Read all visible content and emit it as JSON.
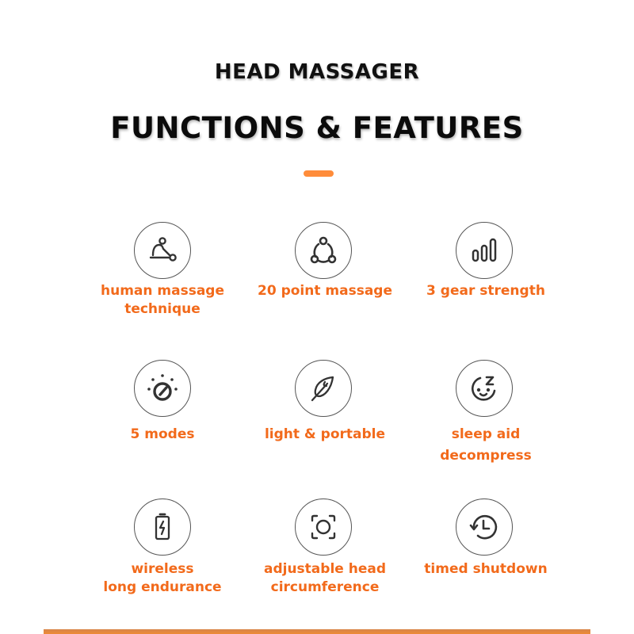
{
  "header": {
    "subtitle": "HEAD MASSAGER",
    "title": "FUNCTIONS & FEATURES"
  },
  "colors": {
    "accent": "#ff8c3a",
    "label": "#f26a1b",
    "icon_stroke": "#333333",
    "circle_border": "#555555",
    "heading": "#111111",
    "bottom_bar": "#e8873e"
  },
  "features": [
    {
      "icon": "human-massage-icon",
      "lines": [
        "human massage",
        "technique"
      ]
    },
    {
      "icon": "point-massage-icon",
      "lines": [
        "20 point massage"
      ]
    },
    {
      "icon": "signal-strength-icon",
      "lines": [
        "3 gear strength"
      ]
    },
    {
      "icon": "dial-knob-icon",
      "lines": [
        "5 modes"
      ]
    },
    {
      "icon": "feather-icon",
      "lines": [
        "light & portable"
      ]
    },
    {
      "icon": "sleep-face-icon",
      "lines": [
        "sleep aid",
        "decompress"
      ]
    },
    {
      "icon": "battery-charging-icon",
      "lines": [
        "wireless",
        "long endurance"
      ]
    },
    {
      "icon": "focus-frame-icon",
      "lines": [
        "adjustable head",
        "circumference"
      ]
    },
    {
      "icon": "timer-rewind-icon",
      "lines": [
        "timed shutdown"
      ]
    }
  ]
}
